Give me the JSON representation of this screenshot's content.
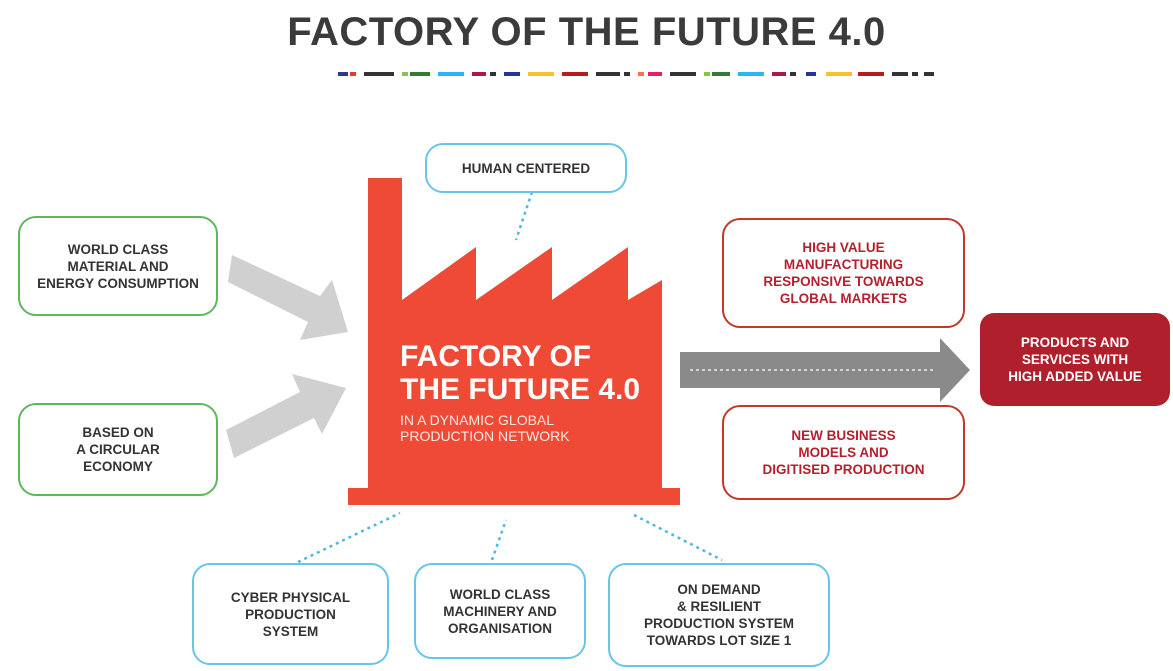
{
  "title": "FACTORY OF THE FUTURE 4.0",
  "factory": {
    "title": "FACTORY OF\nTHE FUTURE 4.0",
    "subtitle": "IN A DYNAMIC GLOBAL\nPRODUCTION NETWORK"
  },
  "inputs": [
    "WORLD CLASS\nMATERIAL AND\nENERGY CONSUMPTION",
    "BASED ON\nA CIRCULAR\nECONOMY"
  ],
  "top_box": "HUMAN CENTERED",
  "bottom_boxes": [
    "CYBER PHYSICAL\nPRODUCTION\nSYSTEM",
    "WORLD CLASS\nMACHINERY AND\nORGANISATION",
    "ON DEMAND\n& RESILIENT\nPRODUCTION SYSTEM\nTOWARDS LOT SIZE 1"
  ],
  "outcomes": [
    "HIGH VALUE\nMANUFACTURING\nRESPONSIVE TOWARDS\nGLOBAL MARKETS",
    "NEW BUSINESS\nMODELS AND\nDIGITISED PRODUCTION"
  ],
  "result": "PRODUCTS AND\nSERVICES WITH\nHIGH ADDED VALUE",
  "colors": {
    "factory": "#ee4a36",
    "green_border": "#5db85c",
    "blue_border": "#66c5e8",
    "red_border": "#c0392b",
    "result_fill": "#b01f2c",
    "arrow": "#c8c8c8"
  }
}
